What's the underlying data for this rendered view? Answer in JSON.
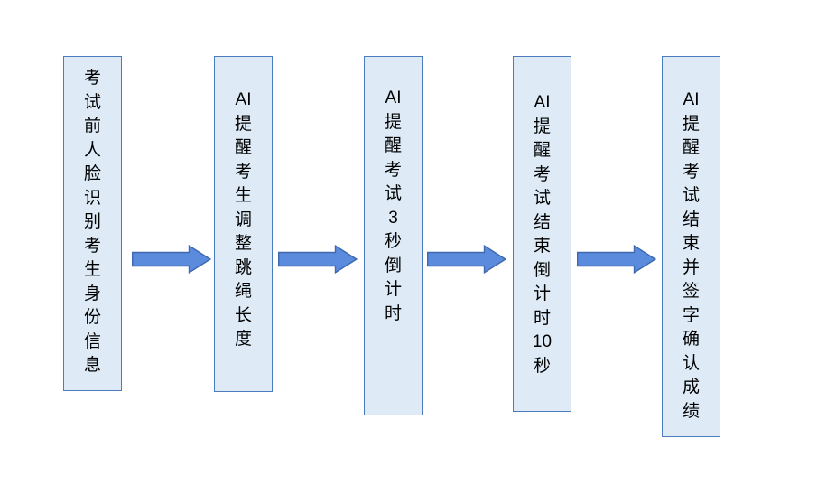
{
  "diagram": {
    "type": "flowchart",
    "direction": "left-to-right",
    "steps": [
      {
        "label": "考试前人脸识别考生身份信息",
        "lines": [
          "考",
          "试",
          "前",
          "人",
          "脸",
          "识",
          "别",
          "考",
          "生",
          "身",
          "份",
          "信",
          "息"
        ]
      },
      {
        "label": "AI提醒考生调整跳绳长度",
        "lines": [
          "AI",
          "提",
          "醒",
          "考",
          "生",
          "调",
          "整",
          "跳",
          "绳",
          "长",
          "度"
        ]
      },
      {
        "label": "AI提醒考试3秒倒计时",
        "lines": [
          "AI",
          "提",
          "醒",
          "考",
          "试",
          "3",
          "秒",
          "倒",
          "计",
          "时"
        ]
      },
      {
        "label": "AI提醒考试结束倒计时10秒",
        "lines": [
          "AI",
          "提",
          "醒",
          "考",
          "试",
          "结",
          "束",
          "倒",
          "计",
          "时",
          "10",
          "秒"
        ]
      },
      {
        "label": "AI提醒考试结束并签字确认成绩",
        "lines": [
          "AI",
          "提",
          "醒",
          "考",
          "试",
          "结",
          "束",
          "并",
          "签",
          "字",
          "确",
          "认",
          "成",
          "绩"
        ]
      }
    ],
    "connector": "right-block-arrow",
    "connector_count": 4,
    "colors": {
      "background": "#FFFFFF",
      "box_fill": "#DEEBF7",
      "box_border": "#4A7CBE",
      "arrow_fill": "#5B8BDC",
      "arrow_border": "#3E68B0",
      "text": "#000000"
    }
  }
}
